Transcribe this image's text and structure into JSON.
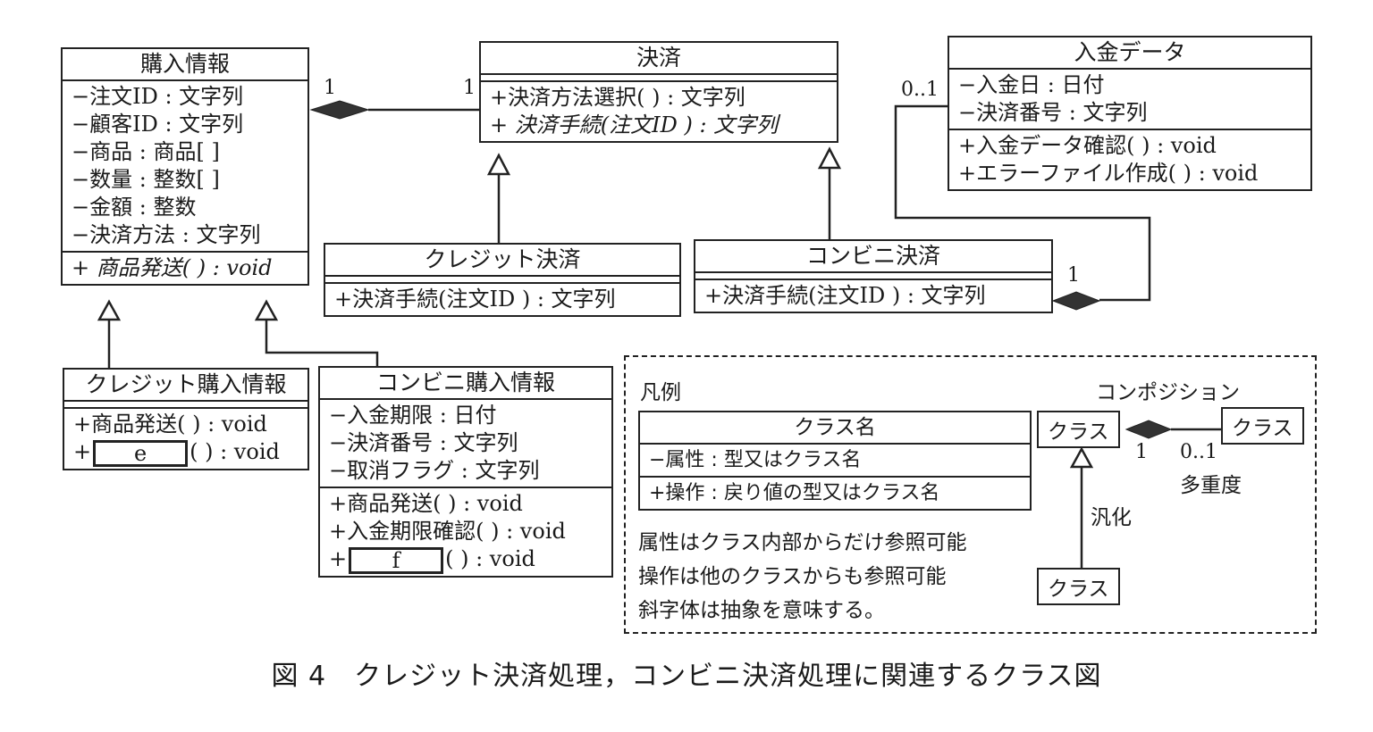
{
  "classes": {
    "purchase_info": {
      "name": "購入情報",
      "attributes": [
        "−注文ID : 文字列",
        "−顧客ID : 文字列",
        "−商品 : 商品[ ]",
        "−数量 : 整数[ ]",
        "−金額 : 整数",
        "−決済方法 : 文字列"
      ],
      "operations": [
        {
          "text": "+ 商品発送( ) : void",
          "abstract": true
        }
      ]
    },
    "payment": {
      "name": "決済",
      "attributes": [],
      "operations": [
        {
          "text": "+決済方法選択( ) : 文字列",
          "abstract": false
        },
        {
          "text": "+ 決済手続(注文ID ) : 文字列",
          "abstract": true
        }
      ]
    },
    "deposit_data": {
      "name": "入金データ",
      "attributes": [
        "−入金日 : 日付",
        "−決済番号 : 文字列"
      ],
      "operations": [
        "+入金データ確認( ) : void",
        "+エラーファイル作成( ) : void"
      ]
    },
    "credit_payment": {
      "name": "クレジット決済",
      "attributes": [],
      "operations": [
        "+決済手続(注文ID ) : 文字列"
      ]
    },
    "conveni_payment": {
      "name": "コンビニ決済",
      "attributes": [],
      "operations": [
        "+決済手続(注文ID ) : 文字列"
      ]
    },
    "credit_purchase_info": {
      "name": "クレジット購入情報",
      "attributes": [],
      "operations": [
        "+商品発送( ) : void"
      ],
      "blank_operation": {
        "prefix": "+",
        "blank": "e",
        "suffix": "( ) : void"
      }
    },
    "conveni_purchase_info": {
      "name": "コンビニ購入情報",
      "attributes": [
        "−入金期限 : 日付",
        "−決済番号 : 文字列",
        "−取消フラグ : 文字列"
      ],
      "operations": [
        "+商品発送( ) : void",
        "+入金期限確認( ) : void"
      ],
      "blank_operation": {
        "prefix": "+",
        "blank": "f",
        "suffix": "( ) : void"
      }
    }
  },
  "multiplicities": {
    "purchase_payment_left": "1",
    "purchase_payment_right": "1",
    "deposit_side": "0..1",
    "conveni_side": "1"
  },
  "legend": {
    "title": "凡例",
    "class_name": "クラス名",
    "attribute": "−属性 : 型又はクラス名",
    "operation": "+操作 : 戻り値の型又はクラス名",
    "composition_label": "コンポジション",
    "class_label": "クラス",
    "mult_left": "1",
    "mult_right": "0..1",
    "multiplicity_label": "多重度",
    "generalization_label": "汎化",
    "notes": [
      "属性はクラス内部からだけ参照可能",
      "操作は他のクラスからも参照可能",
      "斜字体は抽象を意味する。"
    ]
  },
  "caption": "図 4　クレジット決済処理，コンビニ決済処理に関連するクラス図"
}
